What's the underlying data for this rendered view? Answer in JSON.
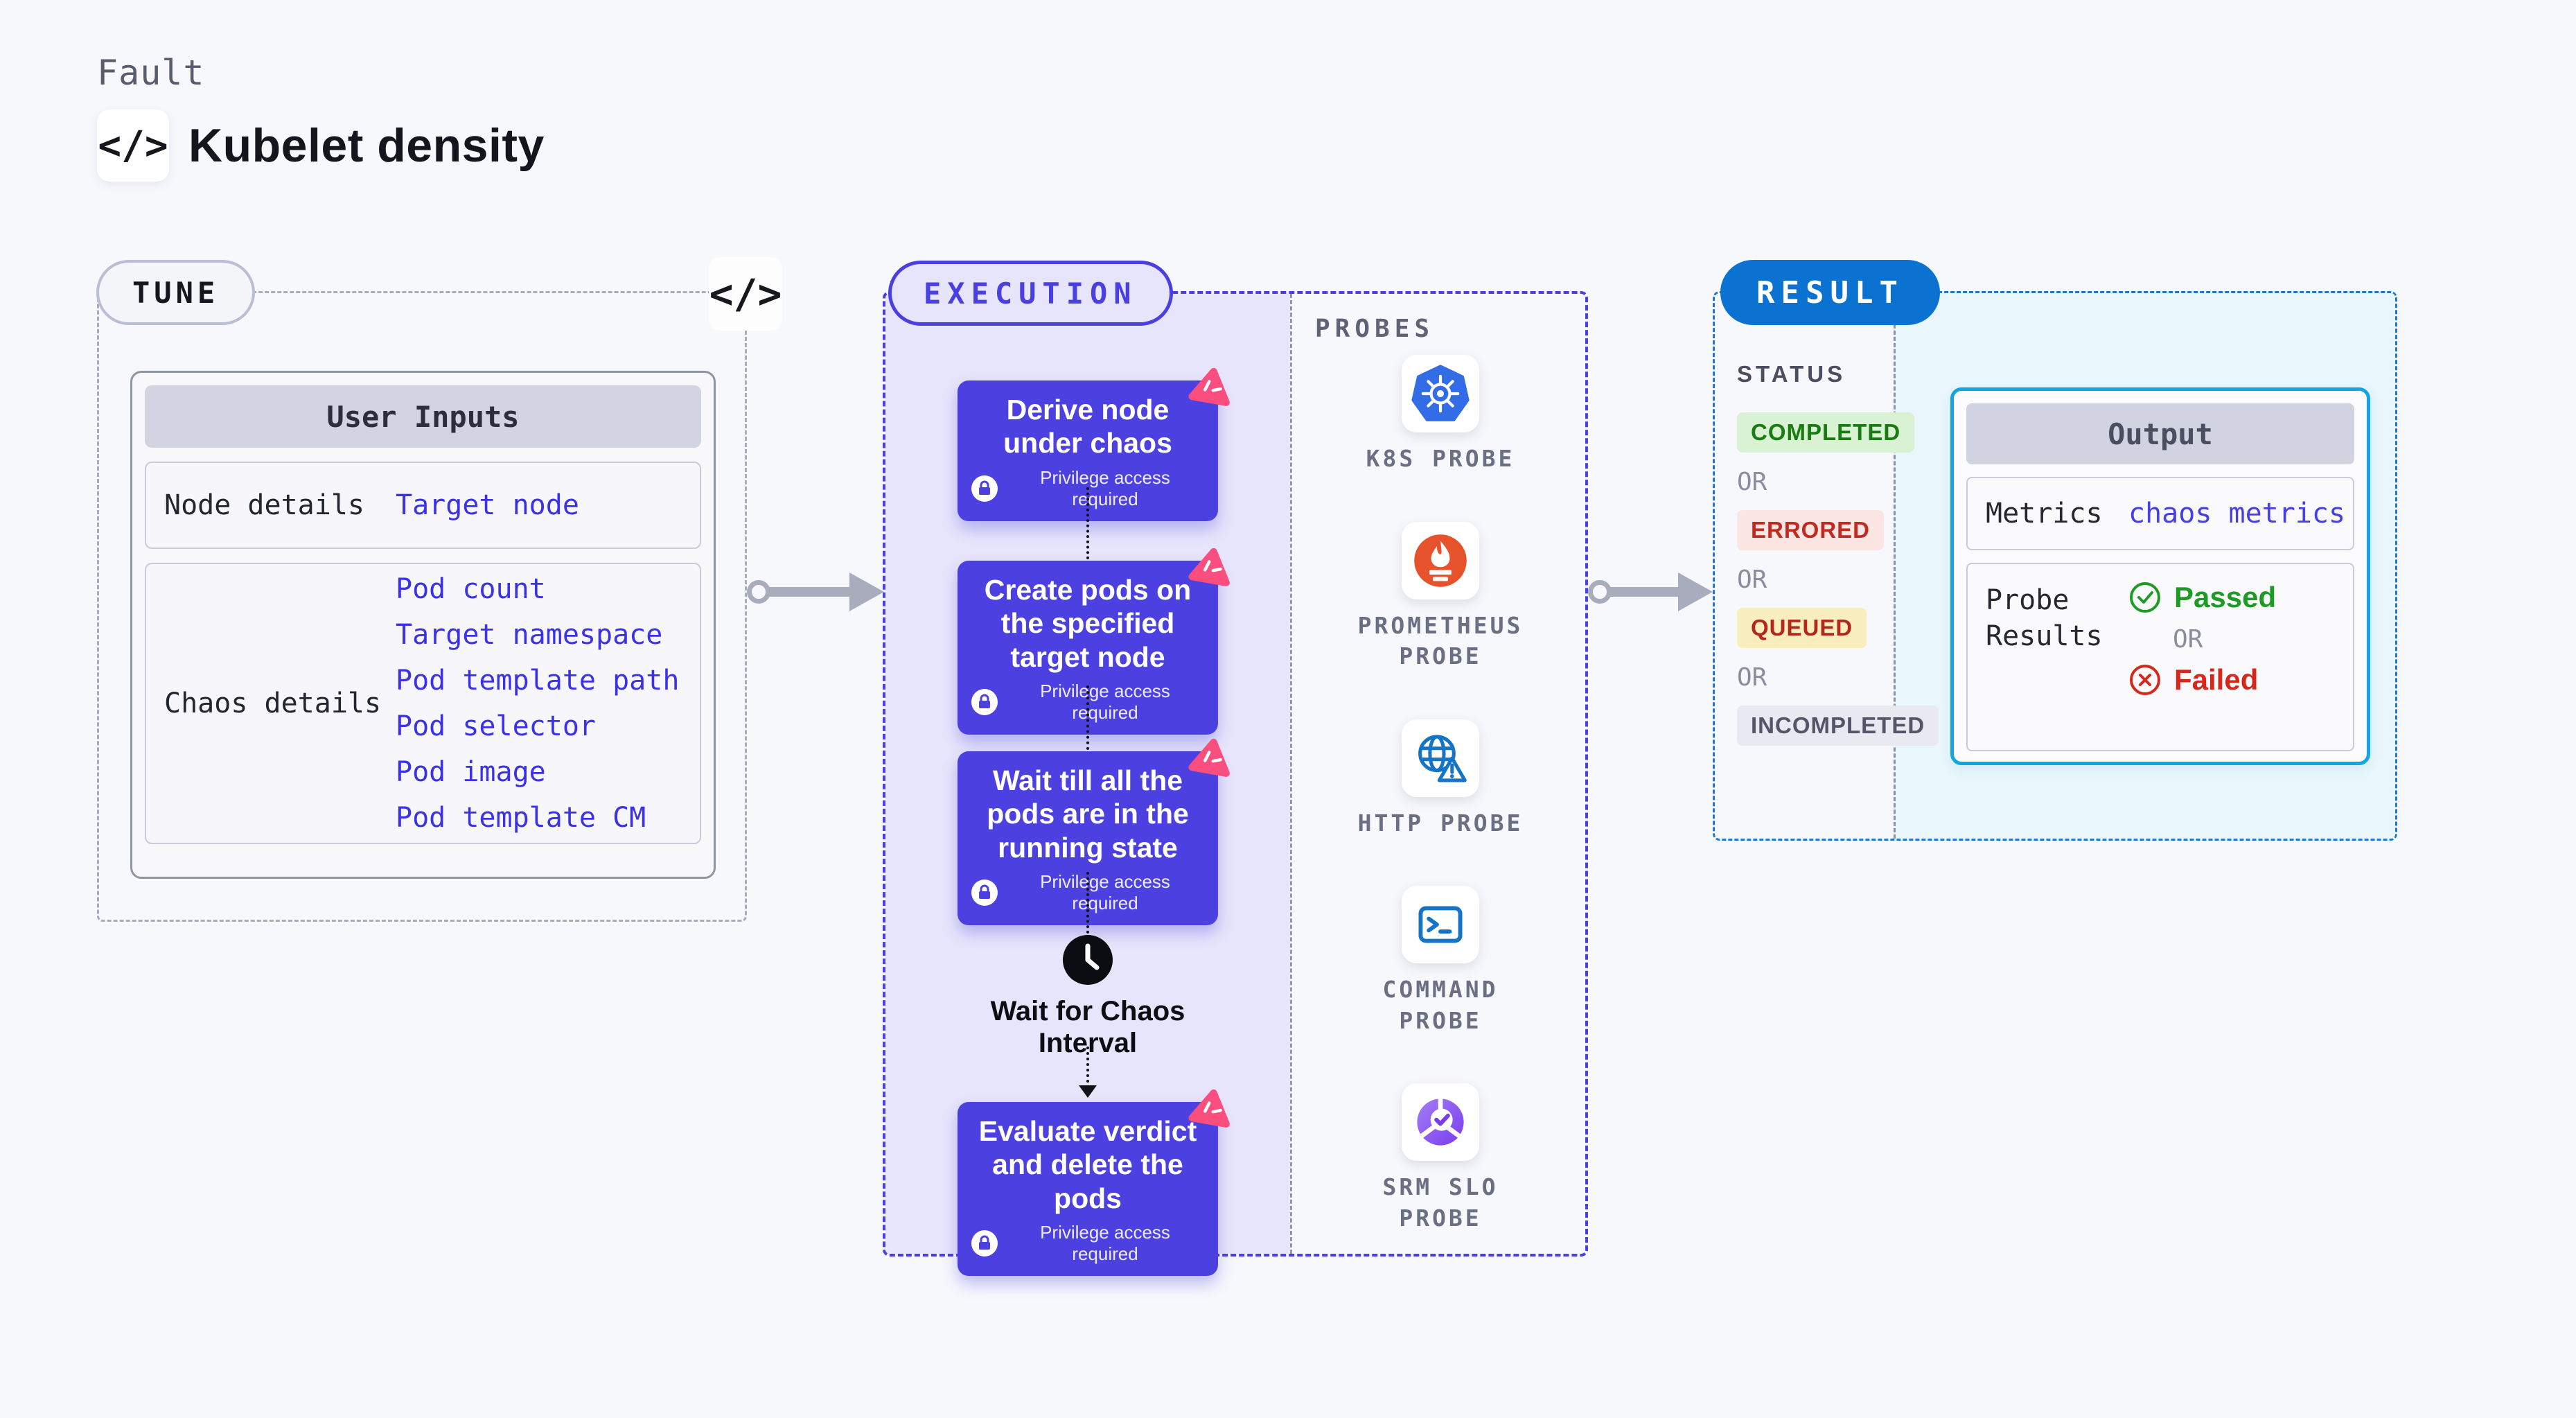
{
  "page": {
    "kicker": "Fault",
    "title": "Kubelet density",
    "code_glyph": "</>"
  },
  "tune": {
    "label": "TUNE",
    "card_title": "User Inputs",
    "rows": [
      {
        "label": "Node details",
        "links": [
          "Target node"
        ]
      },
      {
        "label": "Chaos details",
        "links": [
          "Pod count",
          "Target namespace",
          "Pod template path",
          "Pod selector",
          "Pod image",
          "Pod template CM"
        ]
      }
    ]
  },
  "execution": {
    "label": "EXECUTION",
    "privilege_badge": "Privilege access required",
    "steps": [
      {
        "title": "Derive node under chaos"
      },
      {
        "title": "Create pods on the specified target node"
      },
      {
        "title": "Wait till all the pods are in the running state"
      },
      {
        "title": "Evaluate verdict and delete the pods"
      }
    ],
    "wait_label": "Wait for Chaos Interval"
  },
  "probes": {
    "label": "PROBES",
    "items": [
      {
        "label": "K8S PROBE",
        "icon": "kubernetes-icon"
      },
      {
        "label": "PROMETHEUS PROBE",
        "icon": "prometheus-icon"
      },
      {
        "label": "HTTP PROBE",
        "icon": "globe-warning-icon"
      },
      {
        "label": "COMMAND PROBE",
        "icon": "terminal-icon"
      },
      {
        "label": "SRM SLO PROBE",
        "icon": "slo-donut-icon"
      }
    ]
  },
  "result": {
    "label": "RESULT",
    "status_label": "STATUS",
    "or_label": "OR",
    "statuses": [
      {
        "text": "COMPLETED",
        "type": "success",
        "bg": "#d9f2d4",
        "fg": "#187c12"
      },
      {
        "text": "ERRORED",
        "type": "error",
        "bg": "#fbe6e4",
        "fg": "#c22a20"
      },
      {
        "text": "QUEUED",
        "type": "queued",
        "bg": "#f9eebd",
        "fg": "#b2271e"
      },
      {
        "text": "INCOMPLETED",
        "type": "neutral",
        "bg": "#e9e9f1",
        "fg": "#565468"
      }
    ],
    "output": {
      "title": "Output",
      "metrics_label": "Metrics",
      "metrics_value": "chaos metrics",
      "probe_results_label": "Probe Results",
      "passed": "Passed",
      "failed": "Failed"
    }
  },
  "colors": {
    "page_bg": "#f7f8fc",
    "indigo_accent": "#4a3fe0",
    "step_box": "#4c41e0",
    "execution_fill": "#e7e5fb",
    "result_pill": "#0b72d2",
    "result_dash": "#1e76d0",
    "result_fill": "#e9f6fc",
    "output_border": "#12a5e2",
    "link_blue": "#3a31e8",
    "chaos_badge_pink": "#fa4f7e",
    "passed_green": "#1d9b24",
    "failed_red": "#d5281b",
    "kubernetes_blue": "#336de5",
    "prometheus_orange": "#e6522c",
    "probe_icon_blue": "#1574c6"
  }
}
